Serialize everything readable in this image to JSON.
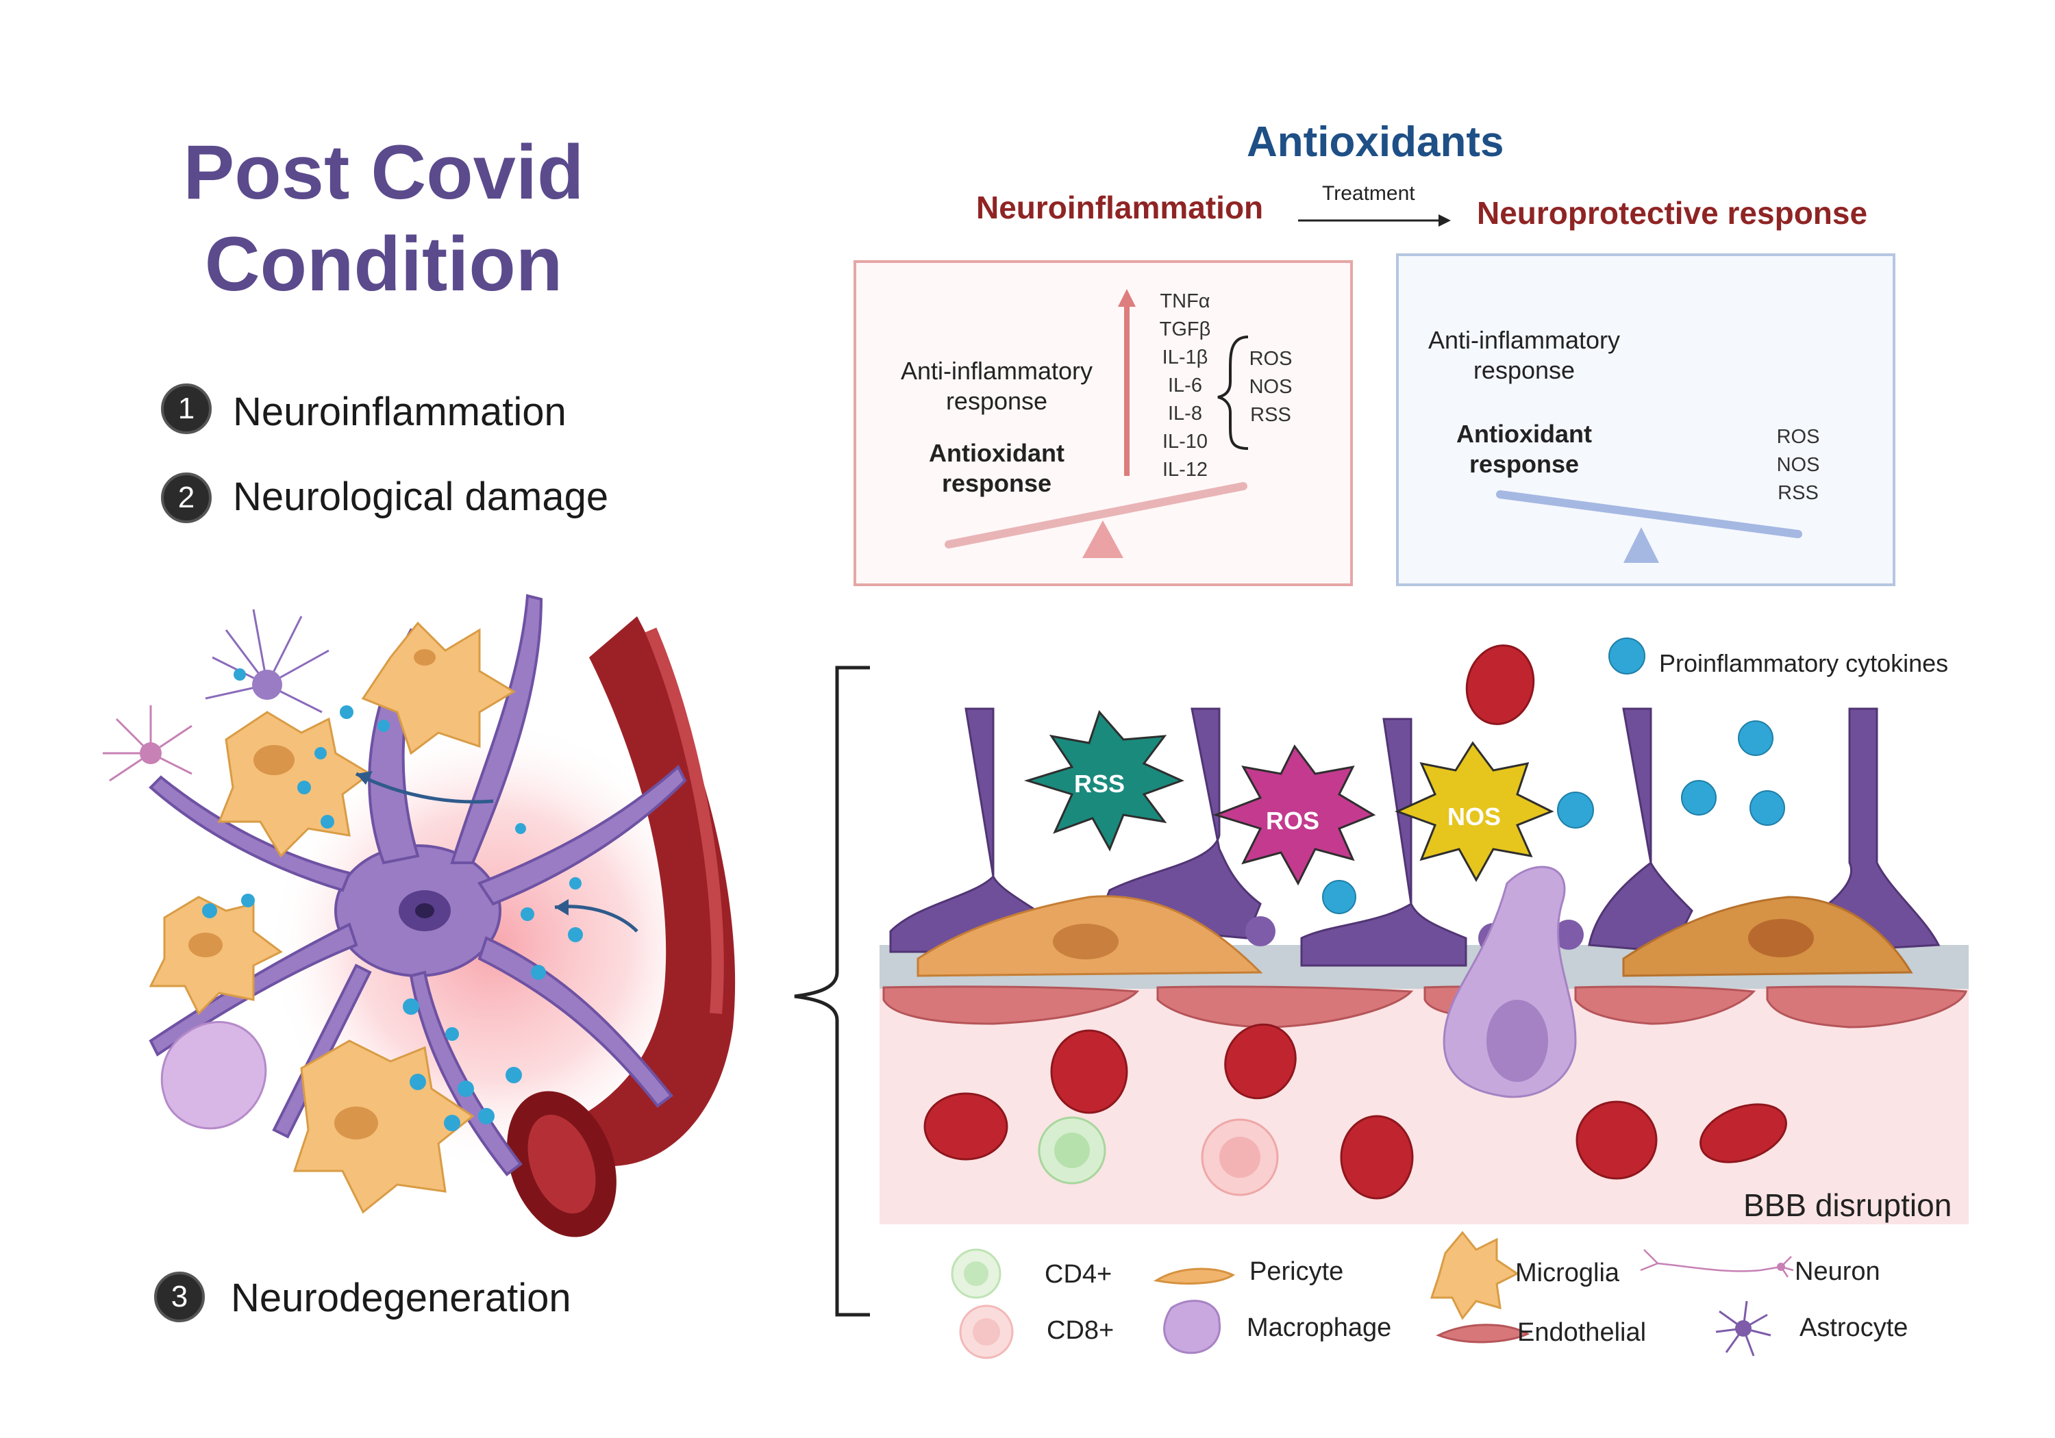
{
  "title": {
    "line1": "Post Covid",
    "line2": "Condition"
  },
  "steps": [
    {
      "num": "1",
      "label": "Neuroinflammation"
    },
    {
      "num": "2",
      "label": "Neurological damage"
    },
    {
      "num": "3",
      "label": "Neurodegeneration"
    }
  ],
  "antioxidants": {
    "title": "Antioxidants",
    "left_heading": "Neuroinflammation",
    "arrow_label": "Treatment",
    "right_heading": "Neuroprotective response",
    "left_box": {
      "anti_inflammatory": "Anti-inflammatory response",
      "antioxidant": "Antioxidant response",
      "cytokines": [
        "TNFα",
        "TGFβ",
        "IL-1β",
        "IL-6",
        "IL-8",
        "IL-10",
        "IL-12"
      ],
      "species": [
        "ROS",
        "NOS",
        "RSS"
      ]
    },
    "right_box": {
      "anti_inflammatory": "Anti-inflammatory response",
      "antioxidant": "Antioxidant response",
      "species": [
        "ROS",
        "NOS",
        "RSS"
      ]
    }
  },
  "bbb": {
    "badges": [
      "RSS",
      "ROS",
      "NOS"
    ],
    "cytokine_label": "Proinflammatory cytokines",
    "label": "BBB disruption"
  },
  "legend": {
    "cd4": "CD4+",
    "cd8": "CD8+",
    "pericyte": "Pericyte",
    "macrophage": "Macrophage",
    "microglia": "Microglia",
    "endothelial": "Endothelial",
    "neuron": "Neuron",
    "astrocyte": "Astrocyte"
  }
}
